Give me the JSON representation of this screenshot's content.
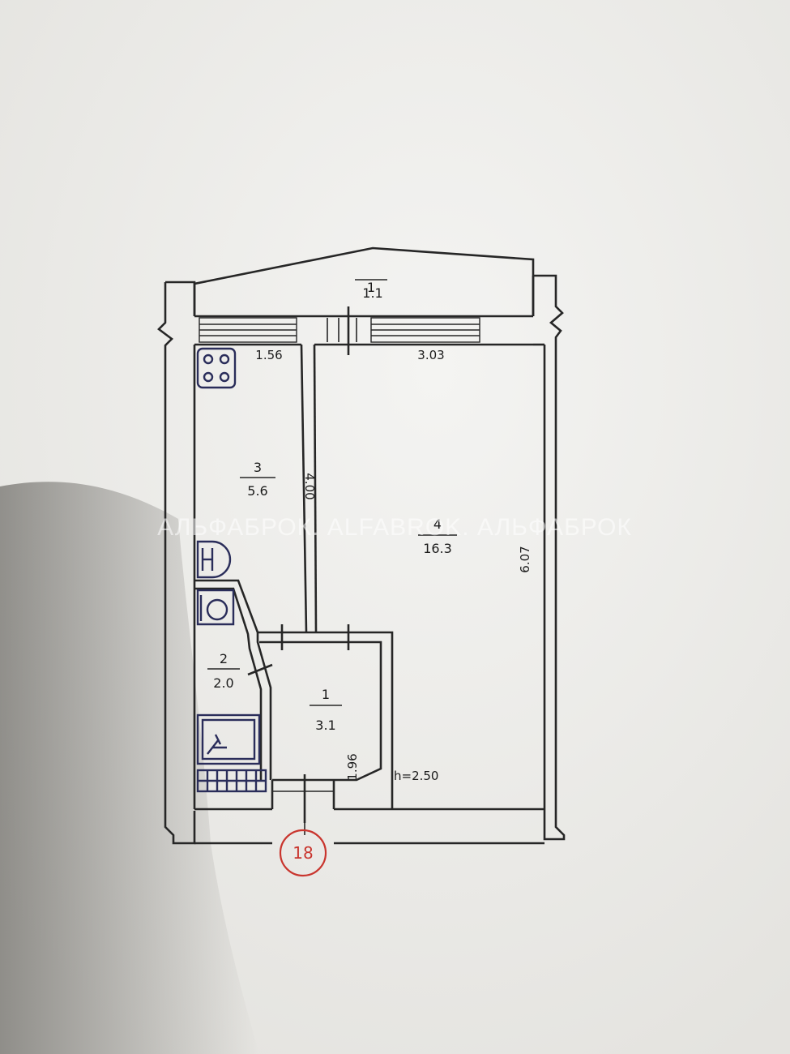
{
  "rooms": [
    {
      "number": "1",
      "area": "1.1"
    },
    {
      "number": "3",
      "area": "5.6"
    },
    {
      "number": "4",
      "area": "16.3"
    },
    {
      "number": "2",
      "area": "2.0"
    },
    {
      "number": "1",
      "area": "3.1"
    }
  ],
  "dimensions": {
    "kitchen_width": "1.56",
    "room_width": "3.03",
    "kitchen_length": "4.00",
    "room_length": "6.07",
    "hall_length": "1.96",
    "ceiling_height": "h=2.50"
  },
  "watermark": "АЛЬФАБРОК. ALFABROK. АЛЬФАБРОК",
  "apartment_number": "18",
  "colors": {
    "badge": "#c9352e",
    "fixtures": "#2a2d5a",
    "walls": "#262626"
  }
}
